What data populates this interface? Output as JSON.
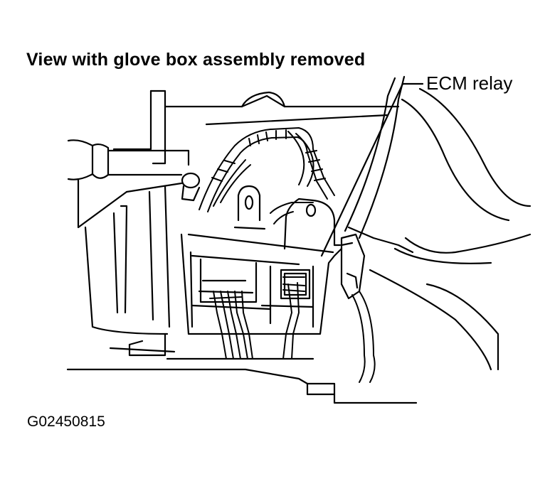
{
  "title": "View with glove box assembly removed",
  "callout_label": "ECM relay",
  "figure_id": "G02450815"
}
